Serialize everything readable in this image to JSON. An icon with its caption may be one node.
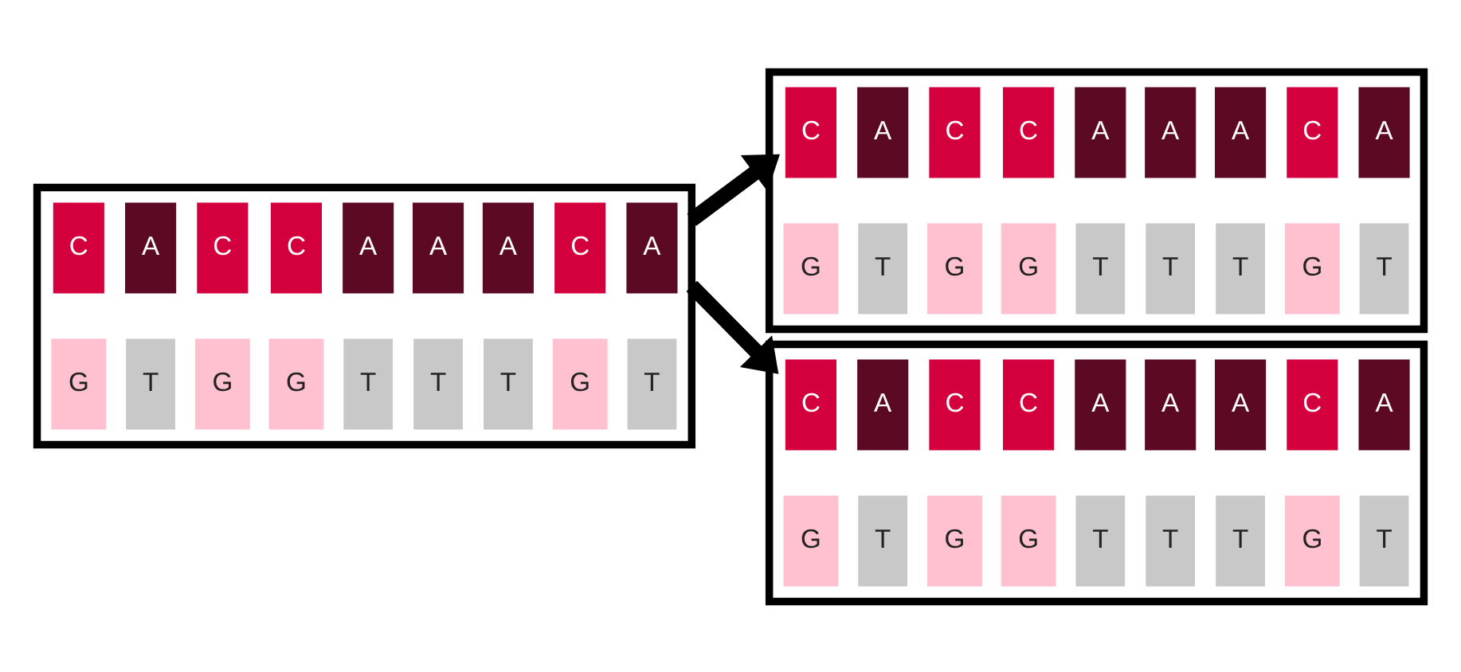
{
  "diagram": {
    "nodes": [
      {
        "text": [],
        "shape": "box"
      },
      {
        "text": [
          "C"
        ],
        "in": 0
      },
      {
        "text": [
          "A"
        ],
        "in": 0
      },
      {
        "text": [
          "C"
        ],
        "in": 0
      },
      {
        "text": [
          "C"
        ],
        "in": 0
      },
      {
        "text": [
          "A"
        ],
        "in": 0
      },
      {
        "text": [
          "A"
        ],
        "in": 0
      },
      {
        "text": [
          "A"
        ],
        "in": 0
      },
      {
        "text": [
          "C"
        ],
        "in": 0
      },
      {
        "text": [
          "A"
        ],
        "in": 0
      },
      {
        "text": [
          "G"
        ],
        "in": 0
      },
      {
        "text": [
          "T"
        ],
        "in": 0
      },
      {
        "text": [
          "G"
        ],
        "in": 0
      },
      {
        "text": [
          "G"
        ],
        "in": 0
      },
      {
        "text": [
          "T"
        ],
        "in": 0
      },
      {
        "text": [
          "T"
        ],
        "in": 0
      },
      {
        "text": [
          "T"
        ],
        "in": 0
      },
      {
        "text": [
          "G"
        ],
        "in": 0
      },
      {
        "text": [
          "T"
        ],
        "in": 0
      },
      {
        "text": [],
        "shape": "box"
      },
      {
        "text": [
          "C"
        ],
        "in": 19
      },
      {
        "text": [
          "A"
        ],
        "in": 19
      },
      {
        "text": [
          "C"
        ],
        "in": 19
      },
      {
        "text": [
          "C"
        ],
        "in": 19
      },
      {
        "text": [
          "A"
        ],
        "in": 19
      },
      {
        "text": [
          "A"
        ],
        "in": 19
      },
      {
        "text": [
          "A"
        ],
        "in": 19
      },
      {
        "text": [
          "C"
        ],
        "in": 19
      },
      {
        "text": [
          "A"
        ],
        "in": 19
      },
      {
        "text": [
          "G"
        ],
        "in": 19
      },
      {
        "text": [
          "T"
        ],
        "in": 19
      },
      {
        "text": [
          "G"
        ],
        "in": 19
      },
      {
        "text": [
          "G"
        ],
        "in": 19
      },
      {
        "text": [
          "T"
        ],
        "in": 19
      },
      {
        "text": [
          "T"
        ],
        "in": 19
      },
      {
        "text": [
          "T"
        ],
        "in": 19
      },
      {
        "text": [
          "G"
        ],
        "in": 19
      },
      {
        "text": [
          "T"
        ],
        "in": 19
      },
      {
        "text": [],
        "shape": "box"
      },
      {
        "text": [
          "C"
        ],
        "in": 38
      },
      {
        "text": [
          "A"
        ],
        "in": 38
      },
      {
        "text": [
          "C"
        ],
        "in": 38
      },
      {
        "text": [
          "C"
        ],
        "in": 38
      },
      {
        "text": [
          "A"
        ],
        "in": 38
      },
      {
        "text": [
          "A"
        ],
        "in": 38
      },
      {
        "text": [
          "A"
        ],
        "in": 38
      },
      {
        "text": [
          "C"
        ],
        "in": 38
      },
      {
        "text": [
          "A"
        ],
        "in": 38
      },
      {
        "text": [
          "G"
        ],
        "in": 38
      },
      {
        "text": [
          "T"
        ],
        "in": 38
      },
      {
        "text": [
          "G"
        ],
        "in": 38
      },
      {
        "text": [
          "G"
        ],
        "in": 38
      },
      {
        "text": [
          "T"
        ],
        "in": 38
      },
      {
        "text": [
          "T"
        ],
        "in": 38
      },
      {
        "text": [
          "T"
        ],
        "in": 38
      },
      {
        "text": [
          "G"
        ],
        "in": 38
      },
      {
        "text": [
          "T"
        ],
        "in": 38
      }
    ],
    "edges": [
      {
        "from": 0,
        "to": 19,
        "arrow": "to"
      },
      {
        "from": 0,
        "to": 38,
        "arrow": "to"
      }
    ]
  }
}
